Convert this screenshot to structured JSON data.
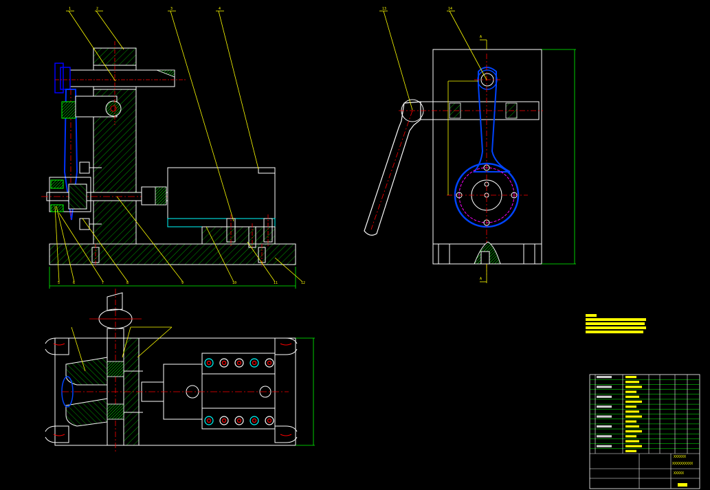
{
  "colors": {
    "background": "#000000",
    "outline": "#ffffff",
    "hatch": "#00c800",
    "bright_green": "#00ff00",
    "centerline": "#ff0000",
    "part": "#0000ff",
    "leader": "#ffff00",
    "dim": "#00ff00",
    "cyan": "#00ffff",
    "magenta": "#ff00ff"
  },
  "title_block": {
    "parts_rows": 16,
    "text": {
      "company": "XXXXXX",
      "drawing_title": "XXXXXXXXXX",
      "sheet_label": "XXXXX"
    }
  },
  "notes_block": {
    "lines": 4
  }
}
